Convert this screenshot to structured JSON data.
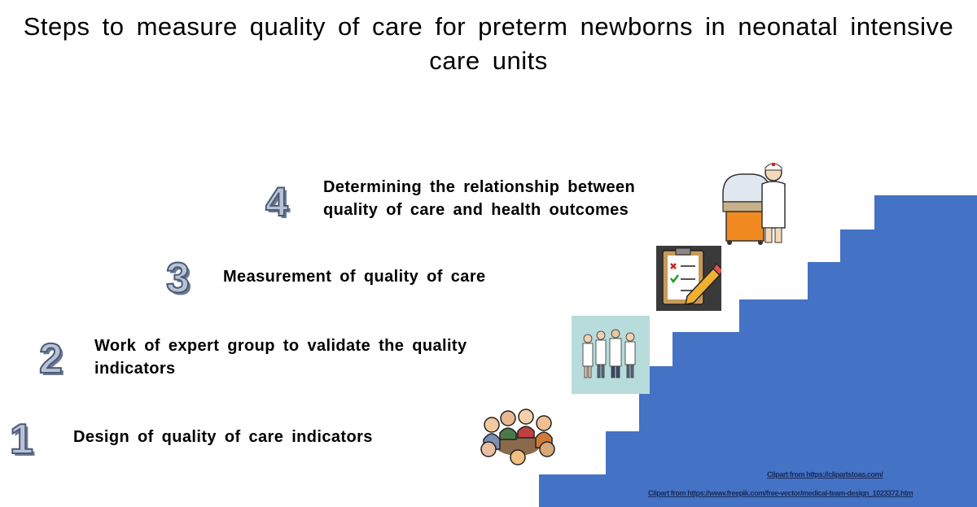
{
  "title": "Steps to measure quality of care for preterm newborns in neonatal intensive care units",
  "steps": [
    {
      "number": "1",
      "text": "Design of quality of care indicators"
    },
    {
      "number": "2",
      "text": "Work of expert group to validate the quality indicators"
    },
    {
      "number": "3",
      "text": "Measurement of quality of care"
    },
    {
      "number": "4",
      "text": "Determining the relationship between quality of care and health outcomes"
    }
  ],
  "credits": {
    "line1": "Clipart from https://clipartstoas.com/",
    "line2": "Clipart from https://www.freepik.com/free-vector/medical-team-design_1023372.htm"
  },
  "colors": {
    "stairs": "#4472c4",
    "number_fill": "#b9c3d4",
    "number_outline": "#4a5a78"
  },
  "icons": [
    "meeting-group-icon",
    "medical-team-icon",
    "checklist-clipboard-icon",
    "nurse-incubator-icon"
  ]
}
